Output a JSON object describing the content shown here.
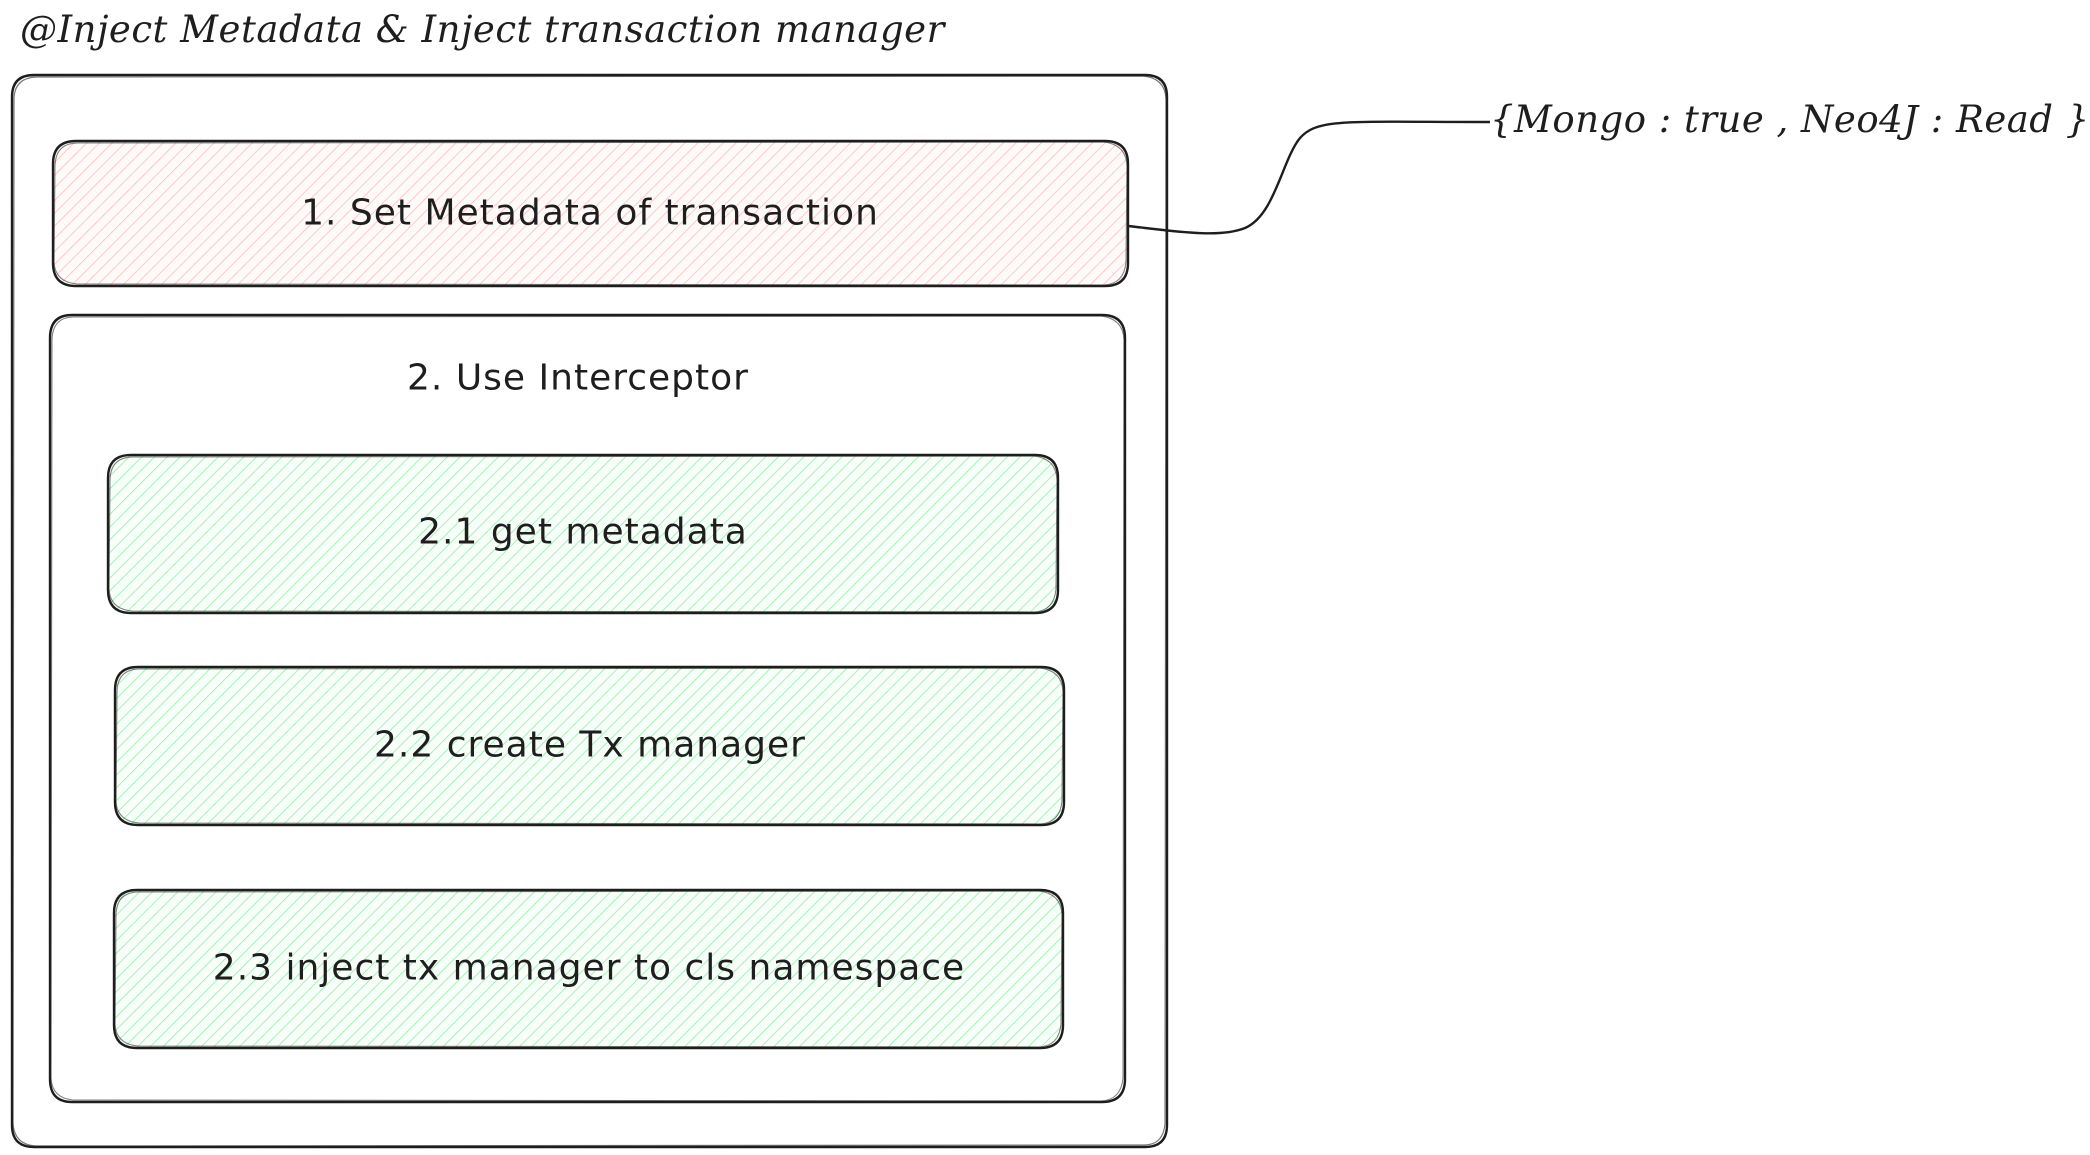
{
  "diagram": {
    "title": "@Inject Metadata & Inject transaction manager",
    "step1": {
      "label": "1. Set Metadata of transaction",
      "fill": "#ffc9c9"
    },
    "step2": {
      "label": "2. Use Interceptor",
      "substeps": [
        {
          "label": "2.1 get metadata",
          "fill": "#b2f2bb"
        },
        {
          "label": "2.2 create Tx manager",
          "fill": "#b2f2bb"
        },
        {
          "label": "2.3 inject tx manager to cls namespace",
          "fill": "#b2f2bb"
        }
      ]
    },
    "annotation": "{Mongo : true , Neo4J : Read }",
    "stroke_color": "#1e1e1e"
  }
}
